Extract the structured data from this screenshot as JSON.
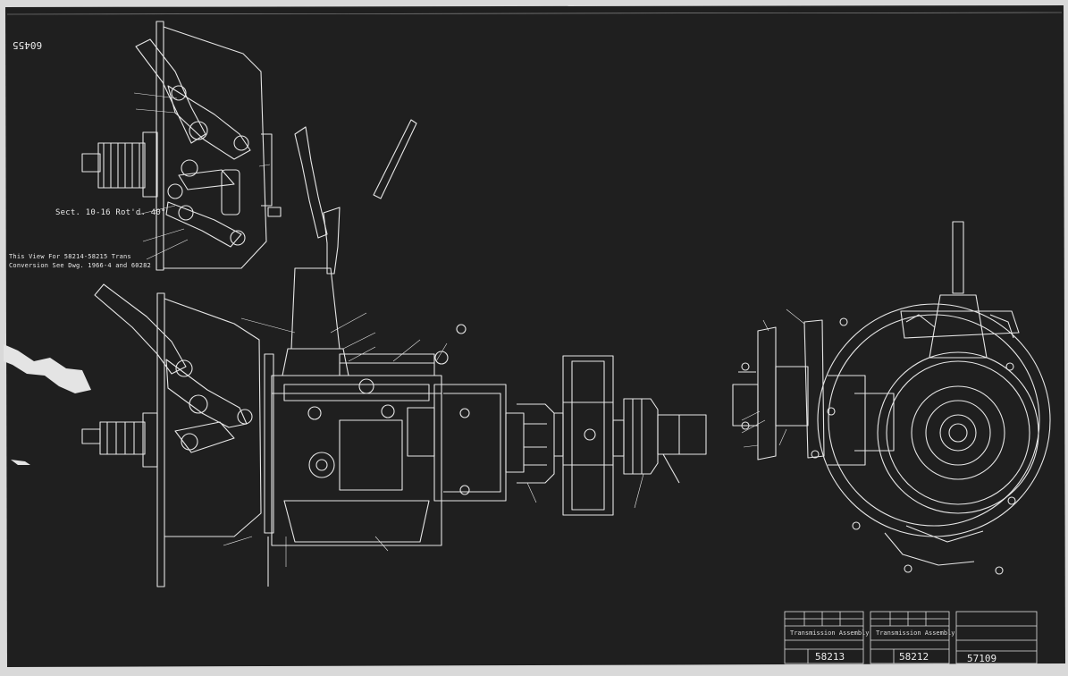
{
  "sheet": {
    "background_color": "#1f1f1f",
    "line_color": "#e6e6e6",
    "corner_number": "60455"
  },
  "views": [
    {
      "name": "shift-linkage-upper-view"
    },
    {
      "name": "shift-linkage-lower-view"
    },
    {
      "name": "transmission-side-view"
    },
    {
      "name": "universal-joint-flange"
    },
    {
      "name": "clutch-housing-end-view"
    }
  ],
  "notes": {
    "upper_view_caption_1": "Sect. 10-16 Rot'd. 40°",
    "upper_view_caption_2": "This View For 58214-58215 Trans",
    "upper_view_caption_3": "Conversion See Dwg. 1966-4 and 60282"
  },
  "title_blocks": [
    {
      "title": "Transmission Assembly",
      "number": "58213"
    },
    {
      "title": "Transmission Assembly",
      "number": "58212"
    },
    {
      "title": "",
      "number": "57109"
    }
  ]
}
